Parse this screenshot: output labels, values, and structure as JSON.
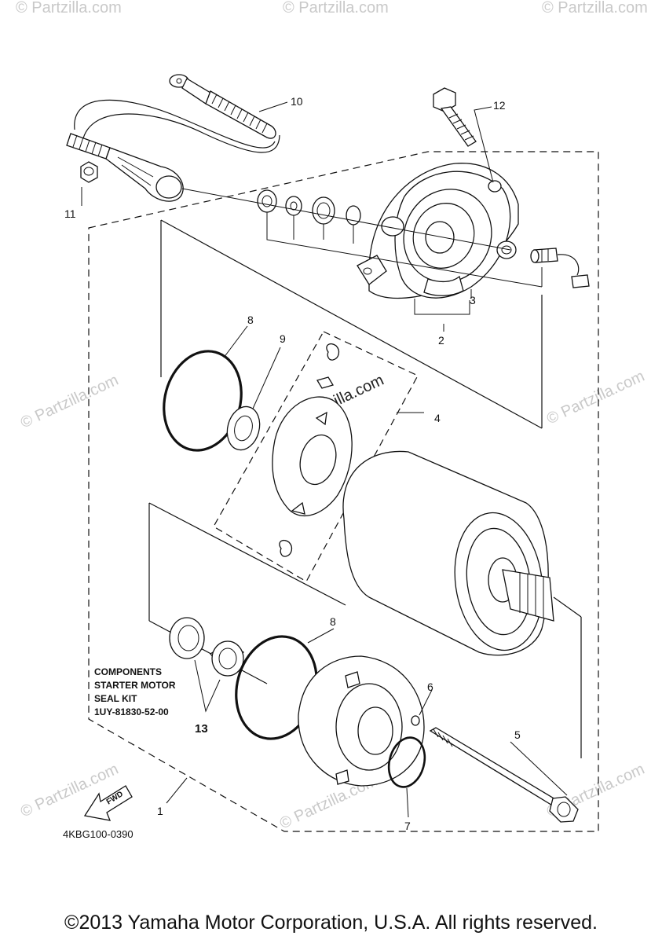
{
  "diagram": {
    "callouts": {
      "c1": "1",
      "c2": "2",
      "c3": "3",
      "c4": "4",
      "c5": "5",
      "c6": "6",
      "c7": "7",
      "c8a": "8",
      "c8b": "8",
      "c9": "9",
      "c10": "10",
      "c11": "11",
      "c12": "12",
      "c13": "13"
    },
    "seal_kit": {
      "line1": "COMPONENTS",
      "line2": "STARTER MOTOR",
      "line3": "SEAL KIT",
      "part_number": "1UY-81830-52-00"
    },
    "direction_label": "FWD",
    "diagram_code": "4KBG100-0390",
    "watermark": "© Partzilla.com"
  },
  "footer": {
    "copyright": "©2013 Yamaha Motor Corporation, U.S.A. All rights reserved."
  },
  "colors": {
    "line": "#111111",
    "watermark": "#c9c9c9",
    "background": "#ffffff"
  }
}
